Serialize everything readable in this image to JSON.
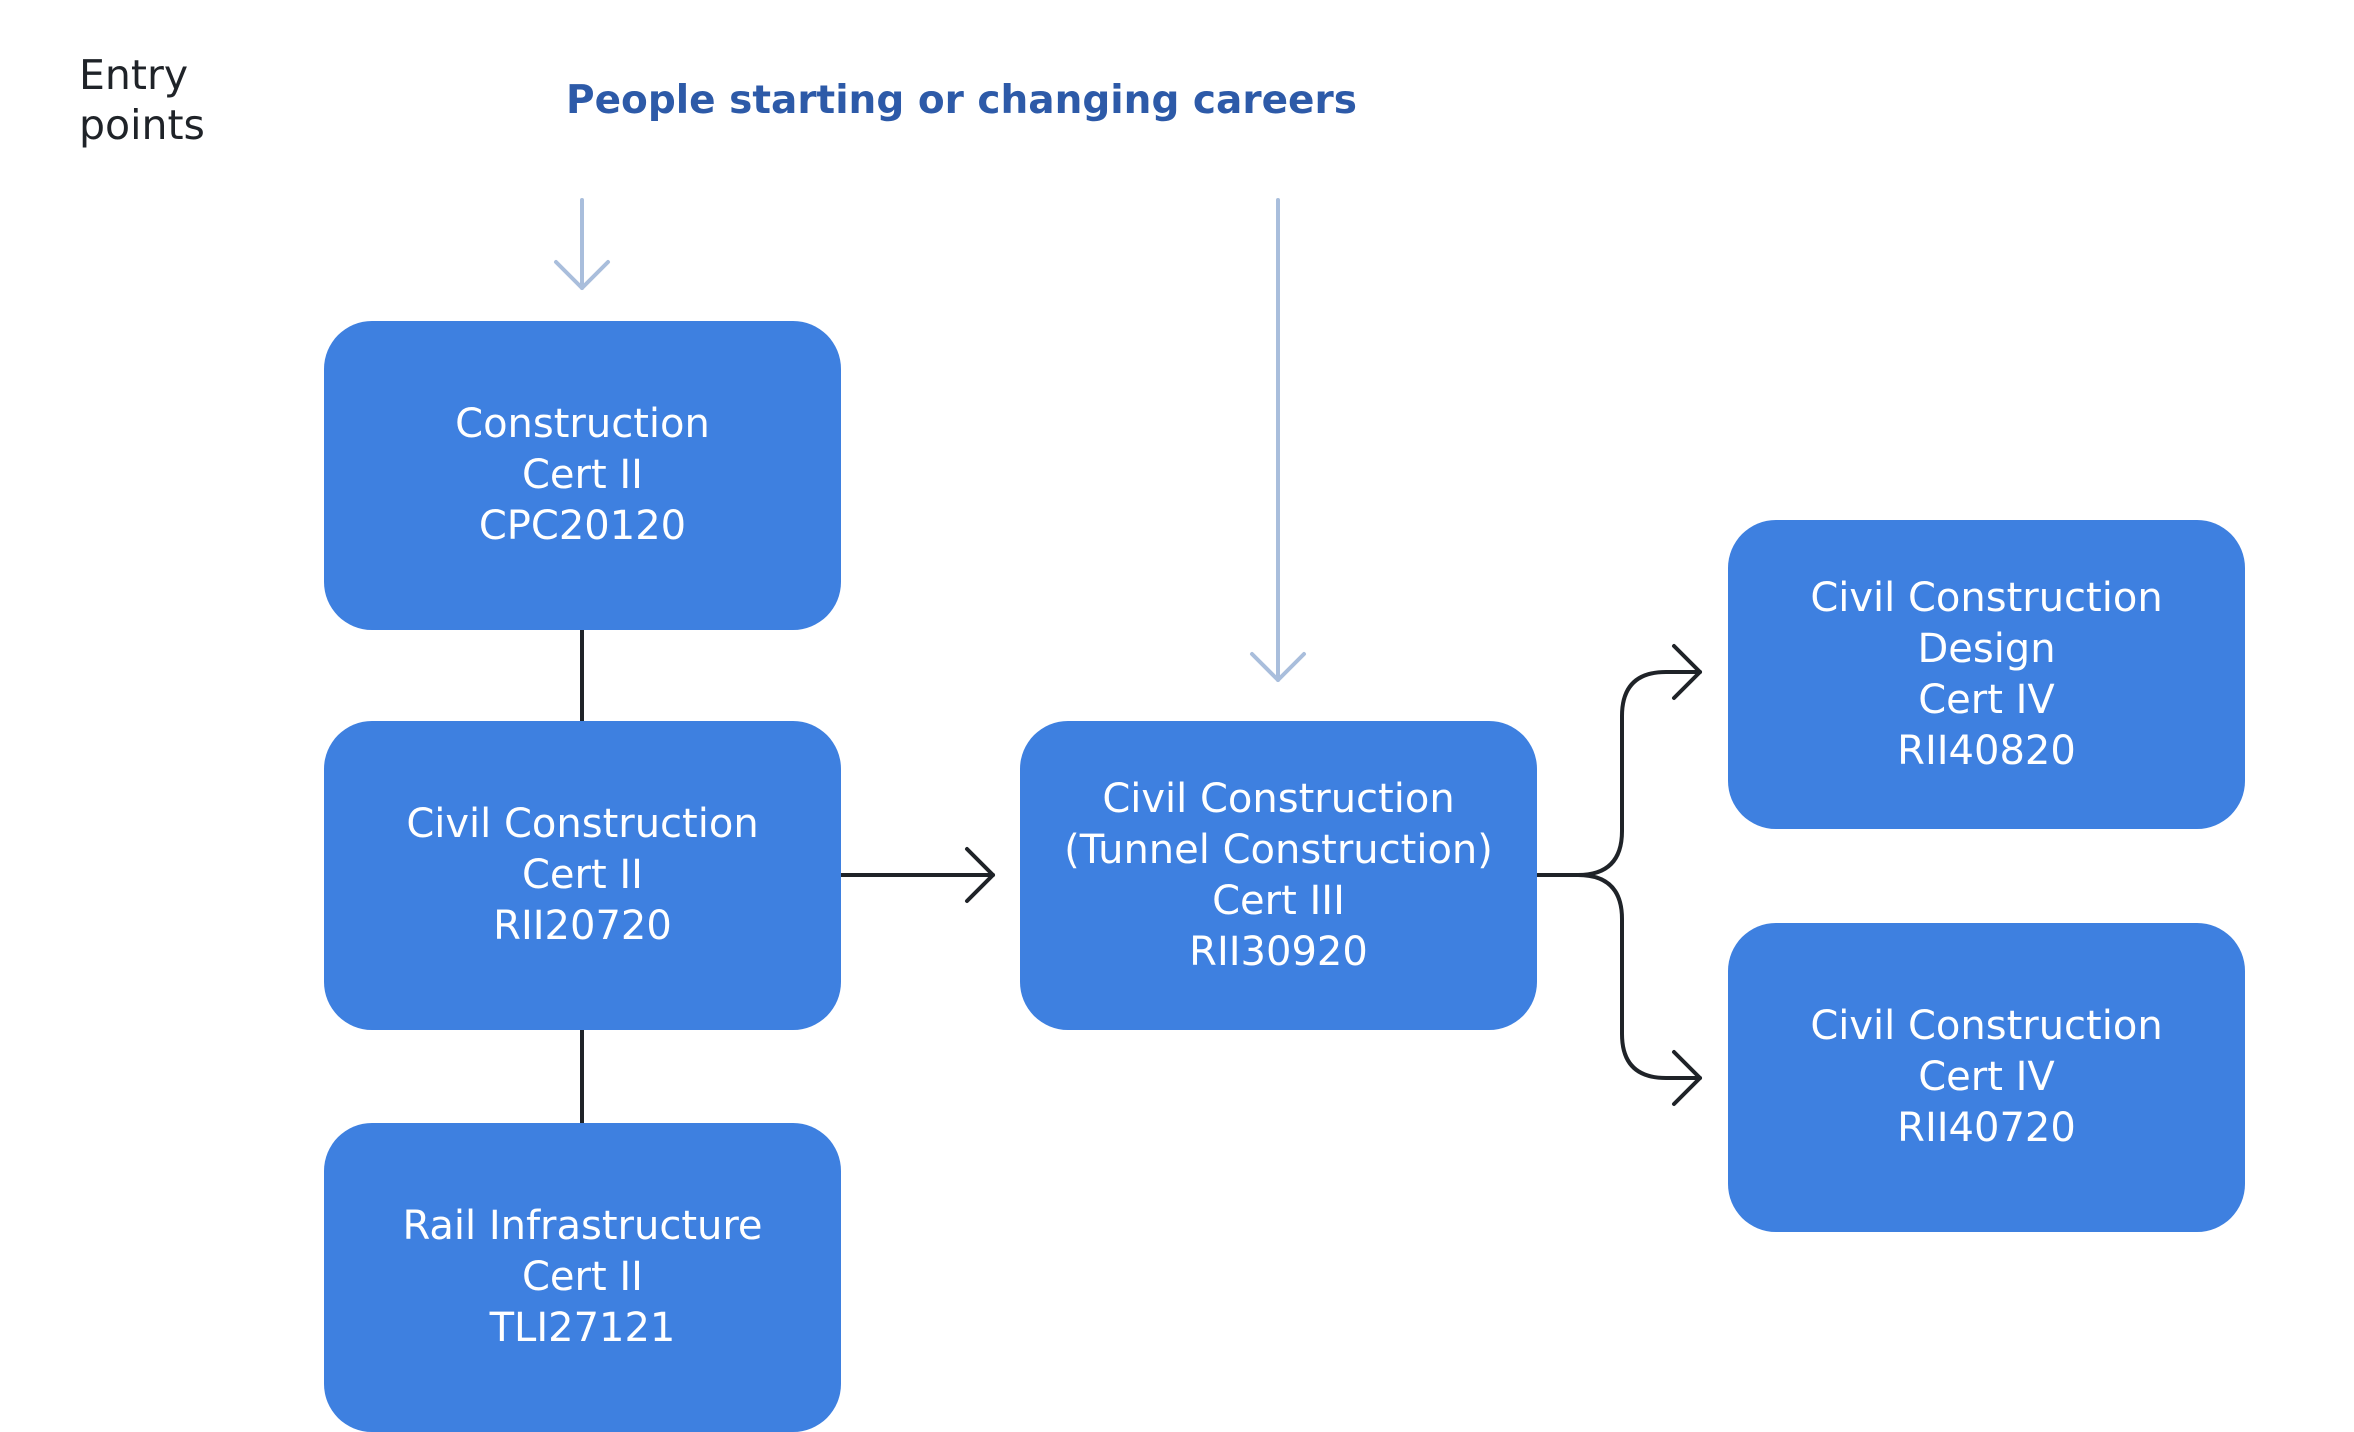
{
  "entry_label": [
    "Entry",
    "points"
  ],
  "heading": "People starting or changing careers",
  "nodes": {
    "construction_cert2": {
      "lines": [
        "Construction",
        "Cert II",
        "CPC20120"
      ]
    },
    "civil_cert2": {
      "lines": [
        "Civil Construction",
        "Cert II",
        "RII20720"
      ]
    },
    "rail_cert2": {
      "lines": [
        "Rail Infrastructure",
        "Cert II",
        "TLI27121"
      ]
    },
    "tunnel_cert3": {
      "lines": [
        "Civil Construction",
        "(Tunnel Construction)",
        "Cert III",
        "RII30920"
      ]
    },
    "design_cert4": {
      "lines": [
        "Civil Construction",
        "Design",
        "Cert IV",
        "RII40820"
      ]
    },
    "civil_cert4": {
      "lines": [
        "Civil Construction",
        "Cert IV",
        "RII40720"
      ]
    }
  },
  "colors": {
    "node_fill": "#3e80e0",
    "node_text": "#ffffff",
    "heading": "#2d5aa8",
    "entry_arrow": "#a9bedc",
    "connector": "#1f2328"
  }
}
